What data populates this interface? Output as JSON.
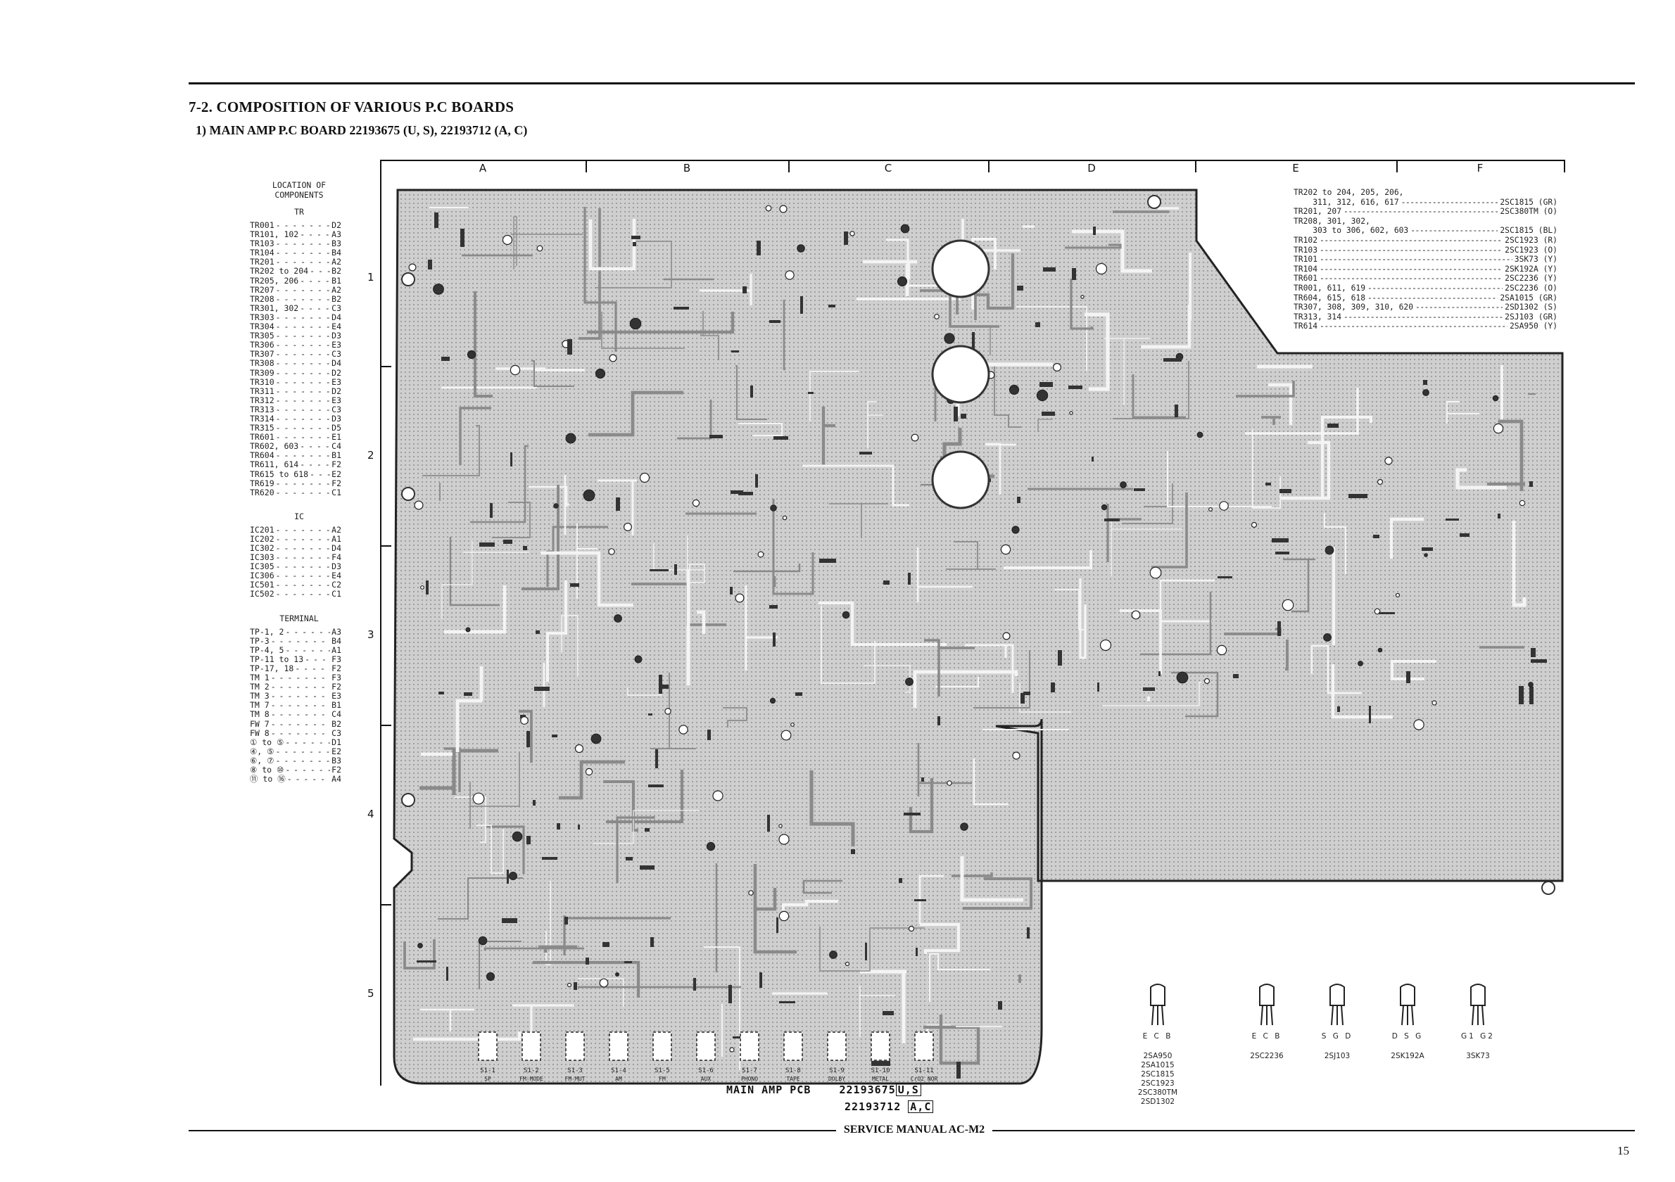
{
  "section_title": "7-2. COMPOSITION OF VARIOUS P.C BOARDS",
  "board_title": "1) MAIN AMP P.C BOARD 22193675 (U, S), 22193712 (A, C)",
  "legend": {
    "title_line1": "LOCATION OF",
    "title_line2": "COMPONENTS",
    "groups": [
      {
        "name": "TR",
        "rows": [
          {
            "k": "TR001",
            "v": "D2"
          },
          {
            "k": "TR101, 102",
            "v": "A3"
          },
          {
            "k": "TR103",
            "v": "B3"
          },
          {
            "k": "TR104",
            "v": "B4"
          },
          {
            "k": "TR201",
            "v": "A2"
          },
          {
            "k": "TR202 to 204",
            "v": "B2"
          },
          {
            "k": "TR205, 206",
            "v": "B1"
          },
          {
            "k": "TR207",
            "v": "A2"
          },
          {
            "k": "TR208",
            "v": "B2"
          },
          {
            "k": "TR301, 302",
            "v": "C3"
          },
          {
            "k": "TR303",
            "v": "D4"
          },
          {
            "k": "TR304",
            "v": "E4"
          },
          {
            "k": "TR305",
            "v": "D3"
          },
          {
            "k": "TR306",
            "v": "E3"
          },
          {
            "k": "TR307",
            "v": "C3"
          },
          {
            "k": "TR308",
            "v": "D4"
          },
          {
            "k": "TR309",
            "v": "D2"
          },
          {
            "k": "TR310",
            "v": "E3"
          },
          {
            "k": "TR311",
            "v": "D2"
          },
          {
            "k": "TR312",
            "v": "E3"
          },
          {
            "k": "TR313",
            "v": "C3"
          },
          {
            "k": "TR314",
            "v": "D3"
          },
          {
            "k": "TR315",
            "v": "D5"
          },
          {
            "k": "TR601",
            "v": "E1"
          },
          {
            "k": "TR602, 603",
            "v": "C4"
          },
          {
            "k": "TR604",
            "v": "B1"
          },
          {
            "k": "TR611, 614",
            "v": "F2"
          },
          {
            "k": "TR615 to 618",
            "v": "E2"
          },
          {
            "k": "TR619",
            "v": "F2"
          },
          {
            "k": "TR620",
            "v": "C1"
          }
        ]
      },
      {
        "name": "IC",
        "rows": [
          {
            "k": "IC201",
            "v": "A2"
          },
          {
            "k": "IC202",
            "v": "A1"
          },
          {
            "k": "IC302",
            "v": "D4"
          },
          {
            "k": "IC303",
            "v": "F4"
          },
          {
            "k": "IC305",
            "v": "D3"
          },
          {
            "k": "IC306",
            "v": "E4"
          },
          {
            "k": "IC501",
            "v": "C2"
          },
          {
            "k": "IC502",
            "v": "C1"
          }
        ]
      },
      {
        "name": "TERMINAL",
        "rows": [
          {
            "k": "TP-1, 2",
            "v": "A3"
          },
          {
            "k": "TP-3",
            "v": "B4"
          },
          {
            "k": "TP-4, 5",
            "v": "A1"
          },
          {
            "k": "TP-11 to 13",
            "v": "F3"
          },
          {
            "k": "TP-17, 18",
            "v": "F2"
          },
          {
            "k": "TM 1",
            "v": "F3"
          },
          {
            "k": "TM 2",
            "v": "F2"
          },
          {
            "k": "TM 3",
            "v": "E3"
          },
          {
            "k": "TM 7",
            "v": "B1"
          },
          {
            "k": "TM 8",
            "v": "C4"
          },
          {
            "k": "FW 7",
            "v": "B2"
          },
          {
            "k": "FW 8",
            "v": "C3"
          },
          {
            "k": "① to ⑤",
            "v": "D1"
          },
          {
            "k": "④, ⑤",
            "v": "E2"
          },
          {
            "k": "⑥, ⑦",
            "v": "B3"
          },
          {
            "k": "⑧ to ⑩",
            "v": "F2"
          },
          {
            "k": "⑪ to ⑯",
            "v": "A4"
          }
        ]
      }
    ]
  },
  "grid": {
    "columns": [
      "A",
      "B",
      "C",
      "D",
      "E",
      "F"
    ],
    "rows": [
      "1",
      "2",
      "3",
      "4",
      "5"
    ]
  },
  "transistor_table": [
    {
      "k": "TR202 to 204, 205, 206,",
      "v": "",
      "nodash": true
    },
    {
      "k": "    311, 312, 616, 617",
      "v": "2SC1815 (GR)"
    },
    {
      "k": "TR201, 207",
      "v": "2SC380TM (O)"
    },
    {
      "k": "TR208, 301, 302,",
      "v": "",
      "nodash": true
    },
    {
      "k": "    303 to 306, 602, 603",
      "v": "2SC1815 (BL)"
    },
    {
      "k": "TR102",
      "v": "2SC1923 (R)"
    },
    {
      "k": "TR103",
      "v": "2SC1923 (O)"
    },
    {
      "k": "TR101",
      "v": "3SK73 (Y)"
    },
    {
      "k": "TR104",
      "v": "2SK192A (Y)"
    },
    {
      "k": "TR601",
      "v": "2SC2236 (Y)"
    },
    {
      "k": "TR001, 611, 619",
      "v": "2SC2236 (O)"
    },
    {
      "k": "TR604, 615, 618",
      "v": "2SA1015 (GR)"
    },
    {
      "k": "TR307, 308, 309, 310, 620",
      "v": "2SD1302 (S)"
    },
    {
      "k": "TR313, 314",
      "v": "2SJ103 (GR)"
    },
    {
      "k": "TR614",
      "v": "2SA950 (Y)"
    }
  ],
  "pinouts": [
    {
      "pins": "E C B",
      "parts": [
        "2SA950",
        "2SA1015",
        "2SC1815",
        "2SC1923",
        "2SC380TM",
        "2SD1302"
      ]
    },
    {
      "pins": "E C B",
      "parts": [
        "2SC2236"
      ]
    },
    {
      "pins": "S G D",
      "parts": [
        "2SJ103"
      ]
    },
    {
      "pins": "D S G",
      "parts": [
        "2SK192A"
      ]
    },
    {
      "pins": "G1 G2",
      "parts": [
        "3SK73"
      ]
    }
  ],
  "pcb_caption": {
    "label": "MAIN AMP PCB",
    "part1": "22193675",
    "region1": "U,S",
    "part2": "22193712",
    "region2": "A,C"
  },
  "switch_labels": [
    "S1-1",
    "S1-2",
    "S1-3",
    "S1-4",
    "S1-5",
    "S1-6",
    "S1-7",
    "S1-8",
    "S1-9",
    "S1-10",
    "S1-11"
  ],
  "switch_functions": [
    "SP",
    "FM-MODE",
    "FM-MUT",
    "AM",
    "FM",
    "AUX",
    "PHONO",
    "TAPE",
    "DOLBY",
    "METAL",
    "CrO2 NOR"
  ],
  "footer": "SERVICE MANUAL AC-M2",
  "page_number": "15",
  "colors": {
    "ink": "#111111",
    "copper": "#9a9a9a",
    "board": "#d4d4d4",
    "paper": "#ffffff"
  }
}
